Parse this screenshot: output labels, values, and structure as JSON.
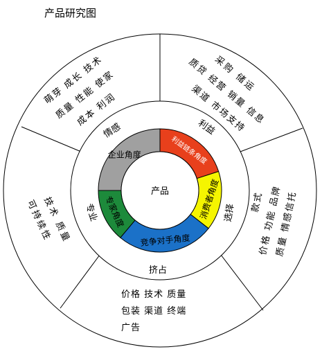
{
  "title": "产品研究图",
  "center": {
    "label": "产品"
  },
  "inner_ring": [
    {
      "key": "enterprise",
      "label": "企业角度",
      "color": "#a0a0a0",
      "text_color": "#000000"
    },
    {
      "key": "profit_chain",
      "label": "利益链条角度",
      "color": "#e8401c",
      "text_color": "#ffffff"
    },
    {
      "key": "consumer",
      "label": "消费者角度",
      "color": "#f5f500",
      "text_color": "#000000"
    },
    {
      "key": "competitor",
      "label": "竞争对手角度",
      "color": "#1b71c8",
      "text_color": "#000000"
    },
    {
      "key": "expert",
      "label": "专家角度",
      "color": "#1d8a3b",
      "text_color": "#000000"
    }
  ],
  "middle_ring": {
    "sentiment": "情感",
    "interest": "利益",
    "choice": "选择",
    "squeeze": "挤占",
    "professional": "专业"
  },
  "outer_sectors": {
    "top_left": [
      "萌芽 成长 技术",
      "质量 性能 使家",
      "成本 利润"
    ],
    "top_right": [
      "采购 储运",
      "质贷 经营 销量 信息",
      "渠道 市场支持"
    ],
    "right": [
      "款式",
      "价格 功能 品牌",
      "质量 情感信托"
    ],
    "bottom": [
      "价格  技术  质量",
      "包装  渠道  终端",
      "广告"
    ],
    "left": [
      "技术 质量",
      "可持续性"
    ]
  }
}
